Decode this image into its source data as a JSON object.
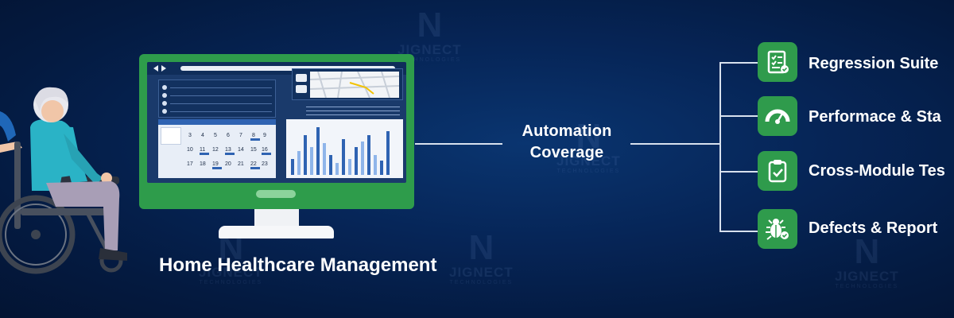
{
  "watermark": {
    "letter": "N",
    "word": "JIGNECT",
    "sub": "TECHNOLOGIES"
  },
  "main_title": "Home Healthcare Management",
  "center_label_line1": "Automation",
  "center_label_line2": "Coverage",
  "branches": [
    {
      "label": "Regression Suite",
      "icon": "checklist-icon"
    },
    {
      "label": "Performace & Sta",
      "icon": "speedometer-icon"
    },
    {
      "label": "Cross-Module Tes",
      "icon": "clipboard-check-icon"
    },
    {
      "label": "Defects & Report",
      "icon": "bug-icon"
    }
  ],
  "colors": {
    "bg": "#062557",
    "green": "#2f9b4c",
    "line": "#d8e1ee"
  }
}
